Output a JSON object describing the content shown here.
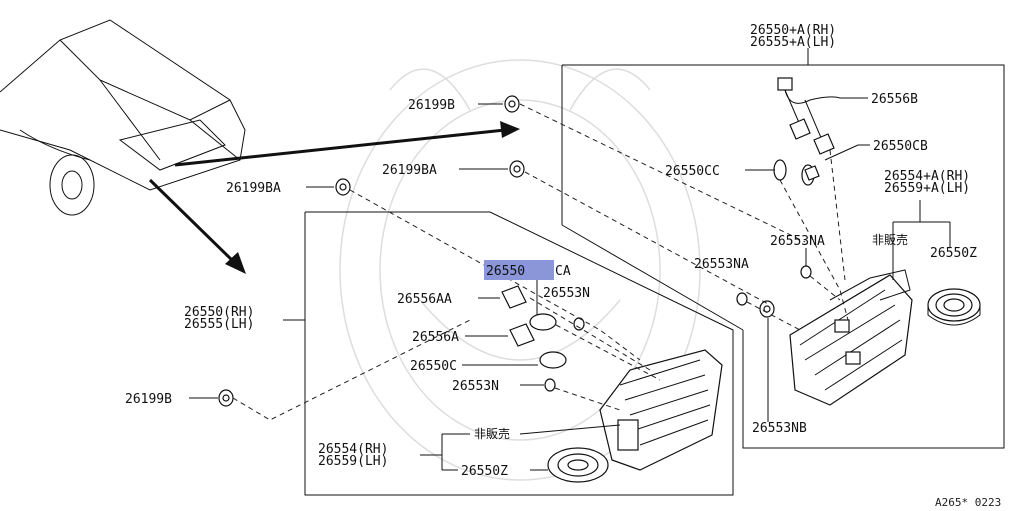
{
  "diagram": {
    "labels": {
      "rear_combo_rh_top": "26550+A(RH)",
      "rear_combo_lh_top": "26555+A(LH)",
      "grommet_top": "26199B",
      "harness": "26556B",
      "grommet_ba_mid": "26199BA",
      "socket_cb": "26550CB",
      "bulb_cc": "26550CC",
      "lens_rh_top": "26554+A(RH)",
      "lens_lh_top": "26559+A(LH)",
      "grommet_ba_left": "26199BA",
      "nut_na_1": "26553NA",
      "not_for_sale_top": "非販売",
      "nut_na_2": "26553NA",
      "seal_z_top": "26550Z",
      "highlighted_part_prefix": "26550",
      "highlighted_part_suffix": "CA",
      "rear_combo_rh": "26550(RH)",
      "rear_combo_lh": "26555(LH)",
      "socket_aa": "26556AA",
      "nut_n_1": "26553N",
      "socket_a": "26556A",
      "bulb_c": "26550C",
      "nut_n_2": "26553N",
      "grommet_b_left": "26199B",
      "nut_nb": "26553NB",
      "not_for_sale_bottom": "非販売",
      "lens_rh": "26554(RH)",
      "lens_lh": "26559(LH)",
      "seal_z": "26550Z",
      "diagram_code": "A265* 0223"
    },
    "highlight_color": "#8a96d8"
  }
}
